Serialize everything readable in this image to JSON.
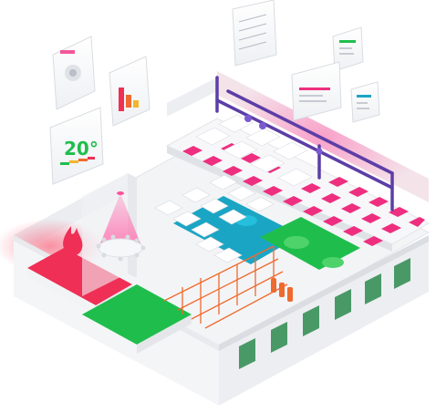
{
  "temperature_card": {
    "value": "20°"
  },
  "colors": {
    "building_wall": "#f2f3f6",
    "building_side": "#e4e6eb",
    "floor_light": "#f5f6f8",
    "accent_pink": "#ee2f7f",
    "accent_red": "#ef2f55",
    "accent_green": "#1fbe4c",
    "accent_teal": "#1ba5c4",
    "accent_purple": "#5c3ea7",
    "accent_orange": "#ef6a2e",
    "window_green": "#2c8a4f"
  },
  "floating_cards": [
    {
      "name": "camera-card",
      "content": "chart-icon"
    },
    {
      "name": "bar-chart-card",
      "content": "bar-chart-icon"
    },
    {
      "name": "temperature-card",
      "content": "thermometer-icon"
    },
    {
      "name": "line-chart-card",
      "content": "line-chart-icon"
    },
    {
      "name": "status-card-green",
      "content": "status-icon"
    },
    {
      "name": "status-card-pink",
      "content": "status-icon"
    },
    {
      "name": "status-card-teal",
      "content": "status-icon"
    }
  ]
}
